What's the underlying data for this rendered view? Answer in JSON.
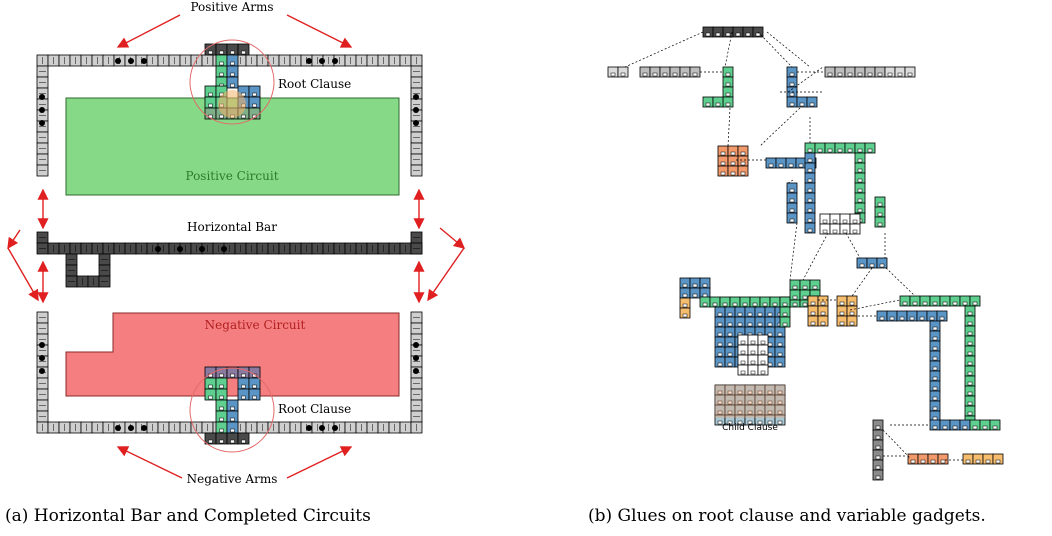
{
  "left": {
    "positive_arms": "Positive Arms",
    "root_clause_top": "Root Clause",
    "positive_circuit": "Positive Circuit",
    "horizontal_bar": "Horizontal Bar",
    "negative_circuit": "Negative Circuit",
    "root_clause_bottom": "Root Clause",
    "negative_arms": "Negative Arms",
    "caption": "(a) Horizontal Bar and Completed Circuits"
  },
  "right": {
    "child_clause": "Child Clause",
    "caption": "(b) Glues on root clause and variable gadgets."
  },
  "colors": {
    "light_gray": "#cfcfcf",
    "dark_gray": "#4a4a4a",
    "green": "#5fcf8f",
    "blue": "#5b95c6",
    "orange": "#f29a6b",
    "light_orange": "#f7bd6f",
    "positive_fill": "#86d987",
    "negative_fill": "#f57f80",
    "arrow": "#e02020"
  }
}
